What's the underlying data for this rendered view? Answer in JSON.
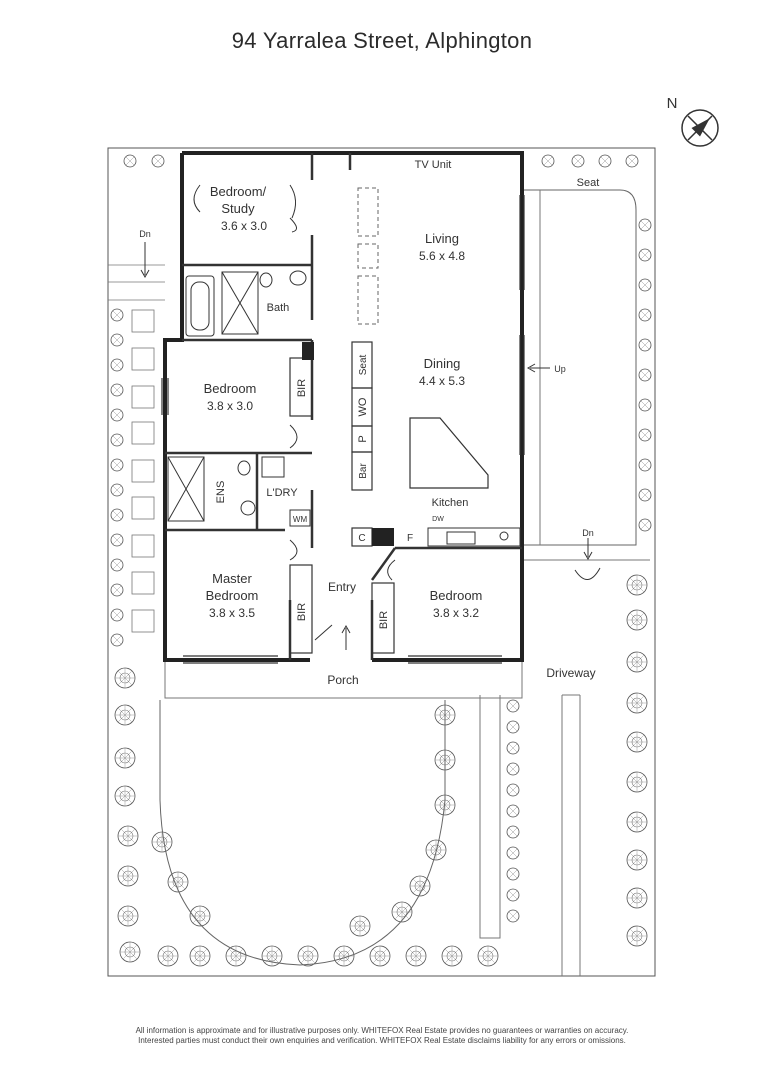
{
  "header": {
    "address": "94 Yarralea Street, Alphington"
  },
  "compass": {
    "label": "N"
  },
  "rooms": {
    "bedroom_study": {
      "name_l1": "Bedroom/",
      "name_l2": "Study",
      "size": "3.6 x 3.0"
    },
    "living": {
      "name": "Living",
      "size": "5.6 x 4.8"
    },
    "dining": {
      "name": "Dining",
      "size": "4.4 x 5.3"
    },
    "bedroom_west": {
      "name": "Bedroom",
      "size": "3.8 x 3.0"
    },
    "master": {
      "name_l1": "Master",
      "name_l2": "Bedroom",
      "size": "3.8 x 3.5"
    },
    "bedroom_front": {
      "name": "Bedroom",
      "size": "3.8 x 3.2"
    },
    "bath": {
      "name": "Bath"
    },
    "ens": {
      "name": "ENS"
    },
    "laundry": {
      "name": "L'DRY"
    },
    "kitchen": {
      "name": "Kitchen"
    },
    "entry": {
      "name": "Entry"
    },
    "porch": {
      "name": "Porch"
    }
  },
  "fixtures": {
    "tv_unit": "TV Unit",
    "seat_top": "Seat",
    "seat_side": "Seat",
    "wo": "WO",
    "pantry": "P",
    "bar": "Bar",
    "bir": "BIR",
    "wm": "WM",
    "dw": "DW",
    "c": "C",
    "f": "F"
  },
  "outdoor": {
    "driveway": "Driveway",
    "up": "Up",
    "dn": "Dn"
  },
  "disclaimer": {
    "line1": "All information is approximate and for illustrative purposes only. WHITEFOX Real Estate provides no guarantees or warranties on accuracy.",
    "line2": "Interested parties must conduct their own enquiries and verification. WHITEFOX Real Estate disclaims liability for any errors or omissions."
  }
}
